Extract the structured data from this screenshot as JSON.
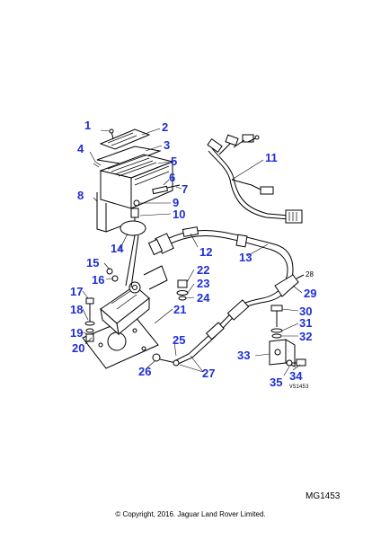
{
  "callouts": [
    {
      "id": "1",
      "label": "1"
    },
    {
      "id": "2",
      "label": "2"
    },
    {
      "id": "3",
      "label": "3"
    },
    {
      "id": "4",
      "label": "4"
    },
    {
      "id": "5",
      "label": "5"
    },
    {
      "id": "6",
      "label": "6"
    },
    {
      "id": "7",
      "label": "7"
    },
    {
      "id": "8",
      "label": "8"
    },
    {
      "id": "9",
      "label": "9"
    },
    {
      "id": "10",
      "label": "10"
    },
    {
      "id": "11",
      "label": "11"
    },
    {
      "id": "12",
      "label": "12"
    },
    {
      "id": "13",
      "label": "13"
    },
    {
      "id": "14",
      "label": "14"
    },
    {
      "id": "15",
      "label": "15"
    },
    {
      "id": "16",
      "label": "16"
    },
    {
      "id": "17",
      "label": "17"
    },
    {
      "id": "18",
      "label": "18"
    },
    {
      "id": "19",
      "label": "19"
    },
    {
      "id": "20",
      "label": "20"
    },
    {
      "id": "21",
      "label": "21"
    },
    {
      "id": "22",
      "label": "22"
    },
    {
      "id": "23",
      "label": "23"
    },
    {
      "id": "24",
      "label": "24"
    },
    {
      "id": "25",
      "label": "25"
    },
    {
      "id": "26",
      "label": "26"
    },
    {
      "id": "27",
      "label": "27"
    },
    {
      "id": "29",
      "label": "29"
    },
    {
      "id": "30",
      "label": "30"
    },
    {
      "id": "31",
      "label": "31"
    },
    {
      "id": "32",
      "label": "32"
    },
    {
      "id": "33",
      "label": "33"
    },
    {
      "id": "34",
      "label": "34"
    },
    {
      "id": "35",
      "label": "35"
    }
  ],
  "inline_label_28": "28",
  "reference_code": "VS1453",
  "drawing_code": "MG1453",
  "copyright": "© Copyright, 2016. Jaguar Land Rover Limited.",
  "callout_color": "#1f2fd6"
}
